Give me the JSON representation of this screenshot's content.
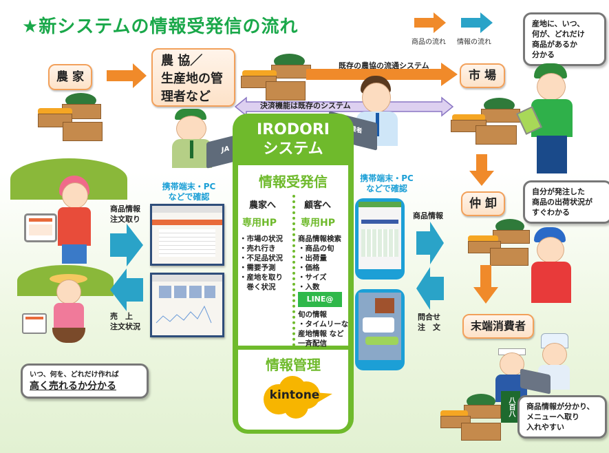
{
  "title": "★新システムの情報受発信の流れ",
  "legend": {
    "goods_flow": "商品の流れ",
    "info_flow": "情報の流れ",
    "goods_color": "#f08a2a",
    "info_color": "#2aa3c8"
  },
  "nodes": {
    "farmer": "農 家",
    "ja_line1": "農 協／",
    "ja_line2": "生産地の管",
    "ja_line3": "理者など",
    "market": "市 場",
    "wholesaler": "仲 卸",
    "end_consumer": "末端消費者"
  },
  "arrows": {
    "existing_distribution": "既存の農協の流通システム",
    "payment": "決済機能は既存のシステム"
  },
  "laptops": {
    "ja": "JA",
    "admin": "管理者"
  },
  "system": {
    "name_line1": "IRODORI",
    "name_line2": "システム",
    "info_exchange": "情報受発信",
    "to_farmers": "農家へ",
    "to_customers": "顧客へ",
    "dedicated_hp": "専用HP",
    "farmer_items": [
      "・市場の状況",
      "・売れ行き",
      "・不足品状況",
      "・需要予測",
      "・産地を取り",
      "　巻く状況"
    ],
    "customer_items": [
      "商品情報検索",
      "・商品の旬",
      "・出荷量",
      "・価格",
      "・サイズ",
      "・入数"
    ],
    "line_label": "LINE@",
    "line_items": [
      "旬の情報",
      "・タイムリーな",
      "産地情報 など",
      "一斉配信"
    ],
    "info_mgmt": "情報管理",
    "kintone": "kintone",
    "colors": {
      "system_green": "#6fba2c",
      "kintone_yellow": "#f7b500",
      "line_green": "#2fb84a"
    }
  },
  "left_side": {
    "confirm_line1": "携帯端末・PC",
    "confirm_line2": "などで確認",
    "product_info_line1": "商品情報",
    "product_info_line2": "注文取り",
    "sales_line1": "売　上",
    "sales_line2": "注文状況",
    "bubble_line1": "いつ、何を、どれだけ作れば",
    "bubble_line2": "高く売れるか分かる"
  },
  "right_side": {
    "confirm_line1": "携帯端末・PC",
    "confirm_line2": "などで確認",
    "product_info": "商品情報",
    "inquiry_line1": "問合せ",
    "inquiry_line2": "注　文"
  },
  "bubbles": {
    "market": [
      "産地に、いつ、",
      "何が、どれだけ",
      "商品があるか",
      "分かる"
    ],
    "wholesaler": [
      "自分が発注した",
      "商品の出荷状況が",
      "すぐわかる"
    ],
    "consumer": [
      "商品情報が分かり、",
      "メニューへ取り",
      "入れやすい"
    ]
  },
  "apron_text": "八百八"
}
